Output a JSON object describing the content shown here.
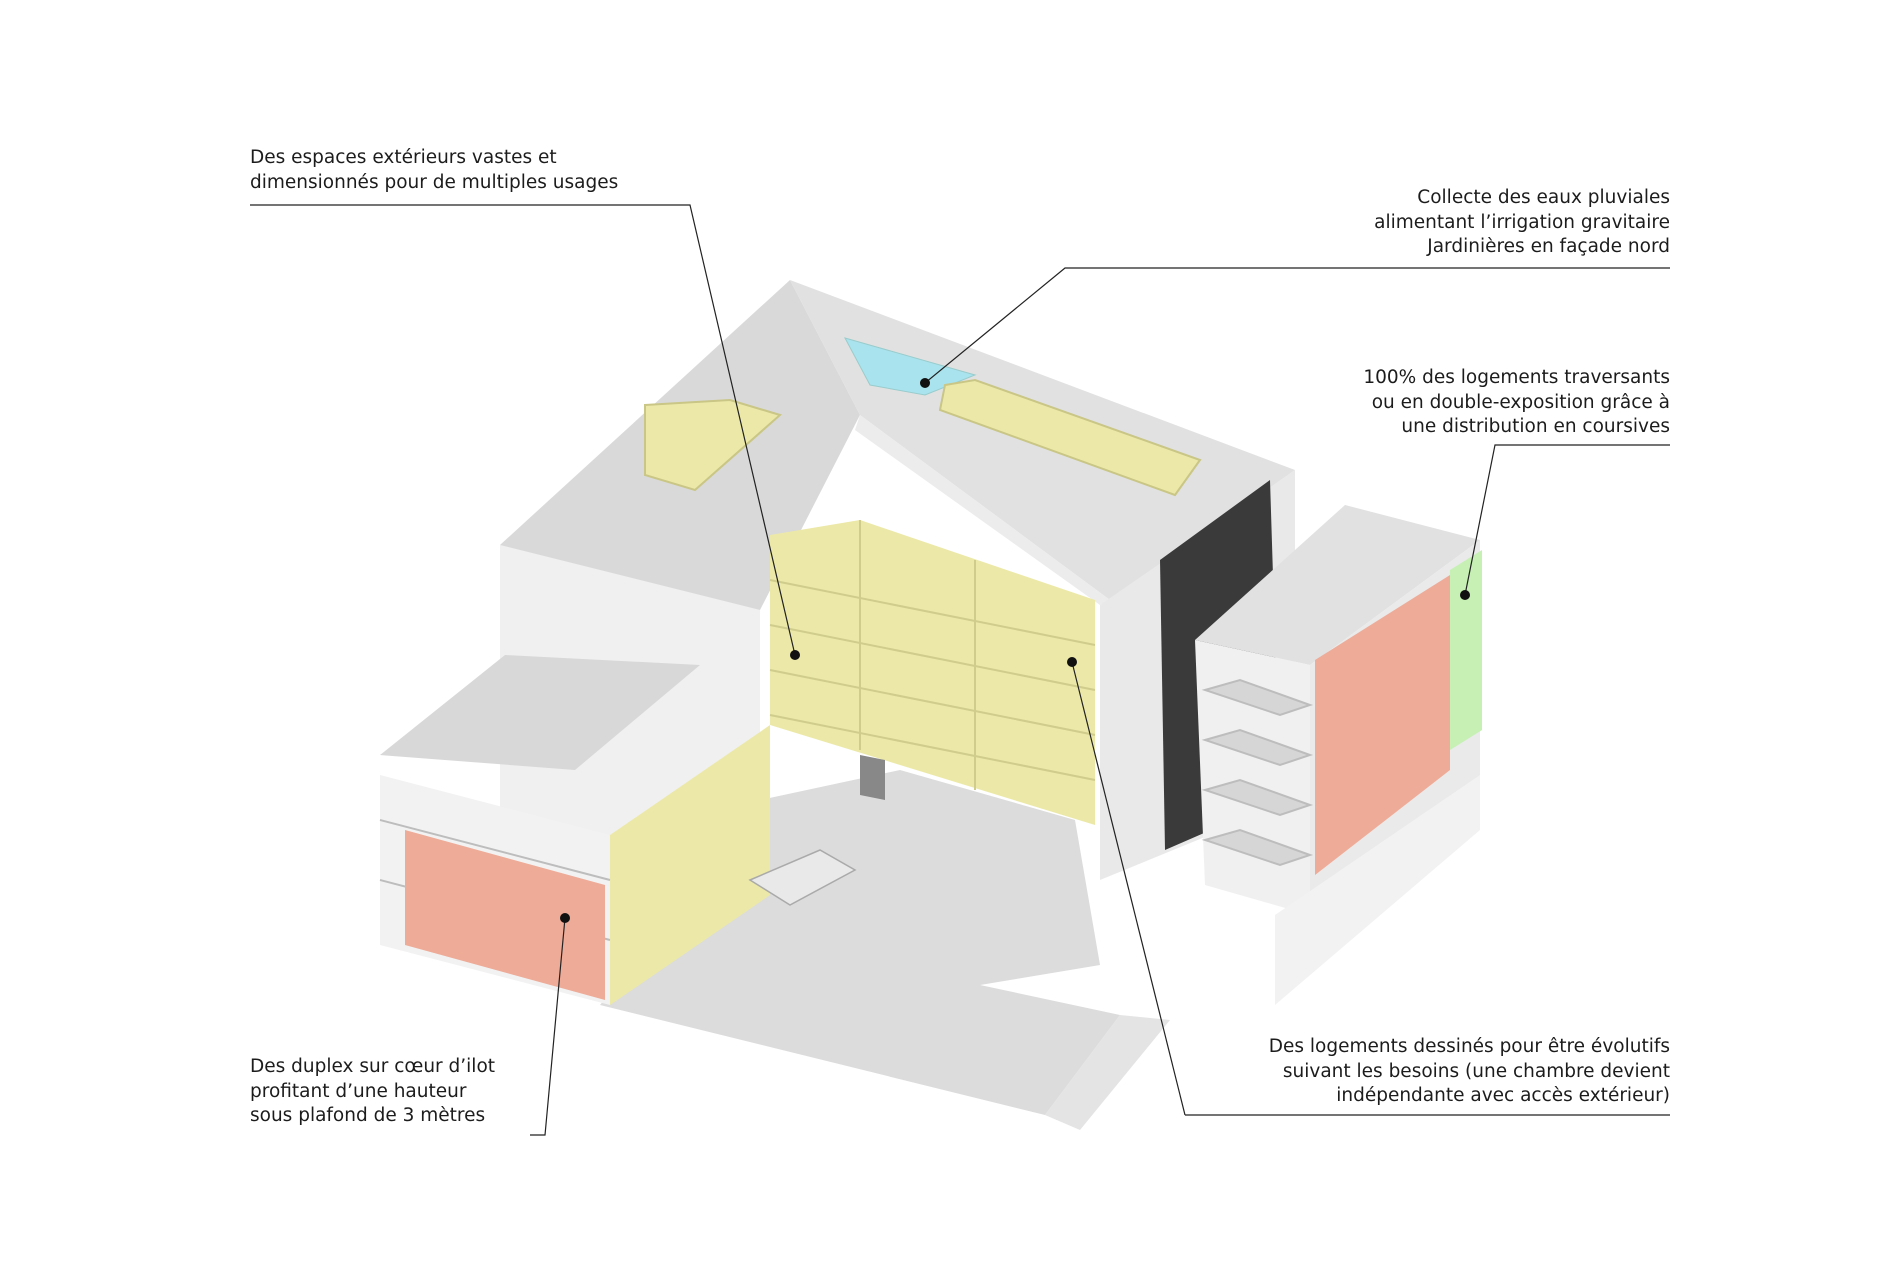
{
  "annotations": [
    {
      "id": "outdoor-spaces",
      "lines": [
        "Des espaces extérieurs vastes et",
        "dimensionnés pour de multiples usages"
      ]
    },
    {
      "id": "rainwater",
      "lines": [
        "Collecte des eaux pluviales",
        "alimentant l’irrigation gravitaire",
        "Jardinières en façade nord"
      ]
    },
    {
      "id": "dual-aspect",
      "lines": [
        "100% des logements traversants",
        "ou en double-exposition grâce à",
        "une distribution en coursives"
      ]
    },
    {
      "id": "duplex",
      "lines": [
        "Des duplex sur cœur d’ilot",
        "profitant  d’une hauteur",
        "sous plafond de 3 mètres"
      ]
    },
    {
      "id": "evolutive",
      "lines": [
        "Des logements dessinés pour être évolutifs",
        "suivant les besoins (une chambre devient",
        "indépendante avec accès extérieur)"
      ]
    }
  ],
  "colors": {
    "outdoor_yellow": "#ece9a8",
    "roof_water_blue": "#a9e3ee",
    "duplex_salmon": "#eeab98",
    "planter_green": "#c6f0b4",
    "leader_line": "#222222"
  }
}
